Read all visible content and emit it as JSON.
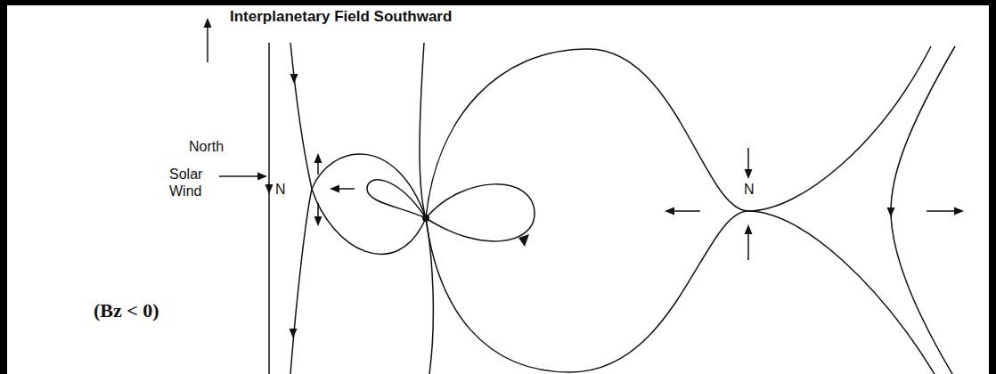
{
  "diagram": {
    "title": "Interplanetary Field Southward",
    "labels": [
      "North",
      "Solar Wind",
      "N",
      "N",
      "(Bz < 0)"
    ]
  }
}
